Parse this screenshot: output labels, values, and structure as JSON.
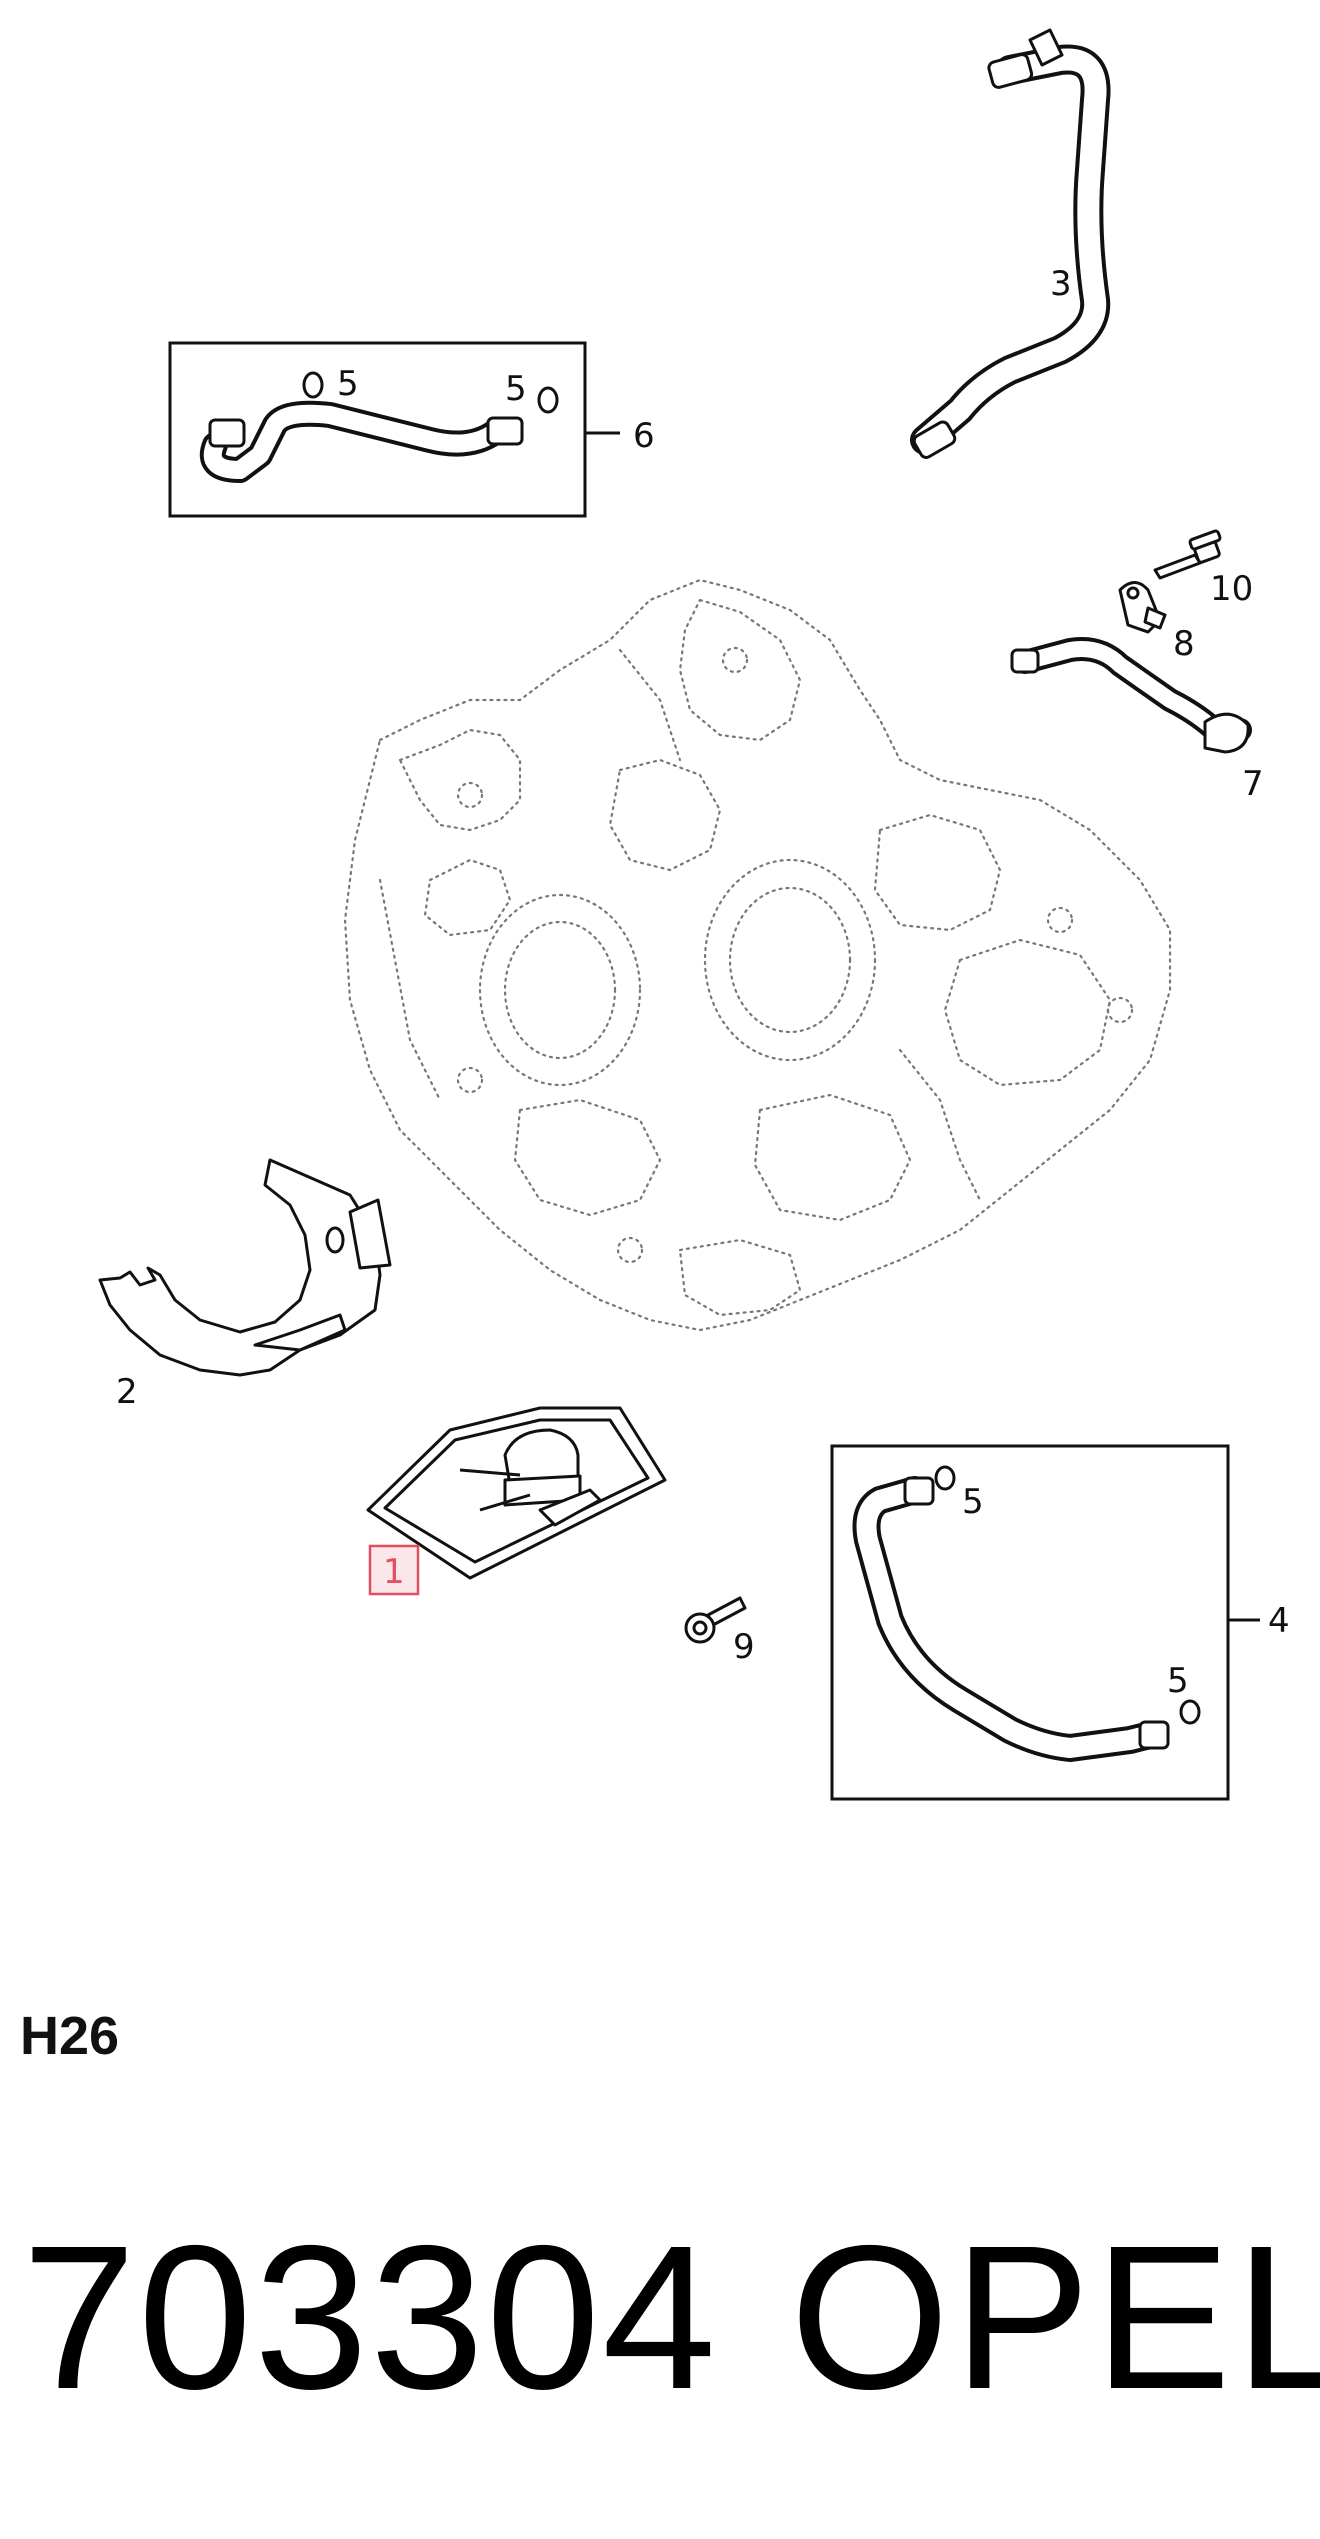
{
  "callouts": {
    "c1": "1",
    "c2": "2",
    "c3": "3",
    "c4": "4",
    "c5a": "5",
    "c5b": "5",
    "c5c": "5",
    "c5d": "5",
    "c6": "6",
    "c7": "7",
    "c8": "8",
    "c9": "9",
    "c10": "10"
  },
  "highlight": {
    "callout": "1",
    "color": "#e05060"
  },
  "diagram_code": "H26",
  "part_number": "703304",
  "brand": "OPEL"
}
